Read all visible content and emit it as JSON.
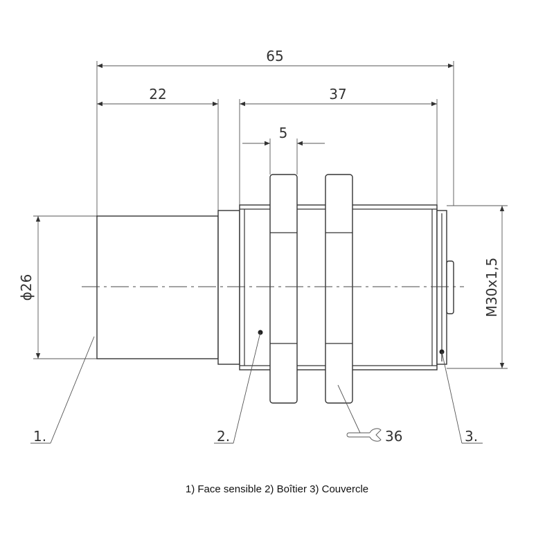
{
  "dimensions": {
    "overall_length": "65",
    "sensing_part_length": "22",
    "thread_length": "37",
    "nut_width": "5",
    "sensing_diameter": "ϕ26",
    "thread": "M30x1,5",
    "wrench": "36"
  },
  "callouts": {
    "c1": "1.",
    "c2": "2.",
    "c3": "3."
  },
  "caption": "1) Face sensible  2) Boîtier  3) Couvercle",
  "colors": {
    "line": "#333333",
    "background": "#ffffff"
  }
}
